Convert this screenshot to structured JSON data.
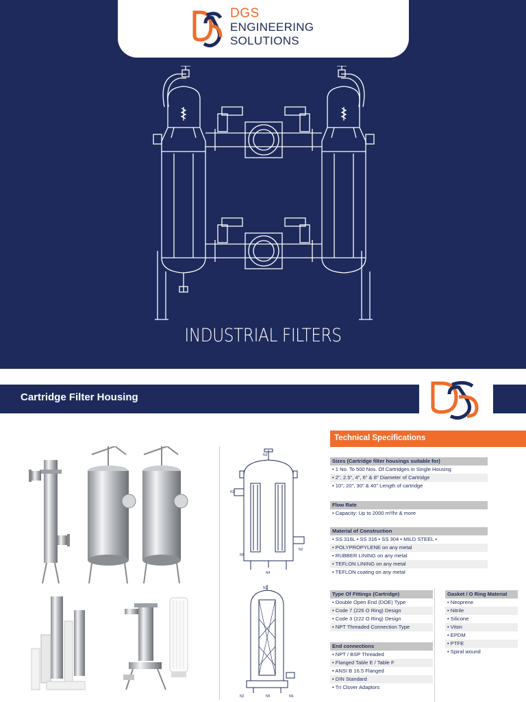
{
  "brand": {
    "line1": "DGS",
    "line2": "ENGINEERING",
    "line3": "SOLUTIONS",
    "orange": "#ef6c2a",
    "navy": "#1d2a5b"
  },
  "cover": {
    "title": "INDUSTRIAL FILTERS"
  },
  "page2": {
    "title": "Cartridge Filter Housing",
    "tech_title": "Technical Specifications",
    "drawing_labels": {
      "n1": "N1",
      "n2": "N2",
      "n3": "N3",
      "n4": "N4",
      "n5": "N5",
      "n6": "N6"
    },
    "sections": {
      "sizes": {
        "head": "Sizes (Cartridge filter housings suitable for)",
        "rows": [
          "• 1 No. To 500 Nos. Of Cartridges in Single Housing",
          "• 2\", 2.5\", 4\", 6\" & 8\" Diameter of Cartridge",
          "• 10\", 20\", 30\" & 40\" Length of cartridge"
        ]
      },
      "flow": {
        "head": "Flow Rate",
        "rows": [
          "• Capacity: Up to 2000 m³/hr & more"
        ]
      },
      "material": {
        "head": "Material of Construction",
        "rows": [
          "• SS 316L • SS 316 • SS 304 • MILD STEEL •",
          "• POLYPROPYLENE on any metal",
          "• RUBBER LINING on any metal",
          "• TEFLON LINING on any metal",
          "• TEFLON coating on any metal"
        ]
      },
      "fittings": {
        "head": "Type Of Fittings (Cartridge)",
        "rows": [
          "• Double Open End (DOE) Type",
          "• Code 7 (226 O Ring) Design",
          "• Code 3 (222 O Ring) Design",
          "• NPT Threaded Connection Type"
        ]
      },
      "end": {
        "head": "End connections",
        "rows": [
          "• NPT / BSP Threaded",
          "• Flanged Table E / Table F",
          "• ANSI B 16.5 Flanged",
          "• DIN Standard",
          "• Tri Clover Adaptors"
        ]
      },
      "gasket": {
        "head": "Gasket / O Ring Material",
        "rows": [
          "• Neoprene",
          "• Nitrile",
          "• Silicone",
          "• Viton",
          "• EPDM",
          "• PTFE",
          "• Spiral wound"
        ]
      }
    }
  }
}
